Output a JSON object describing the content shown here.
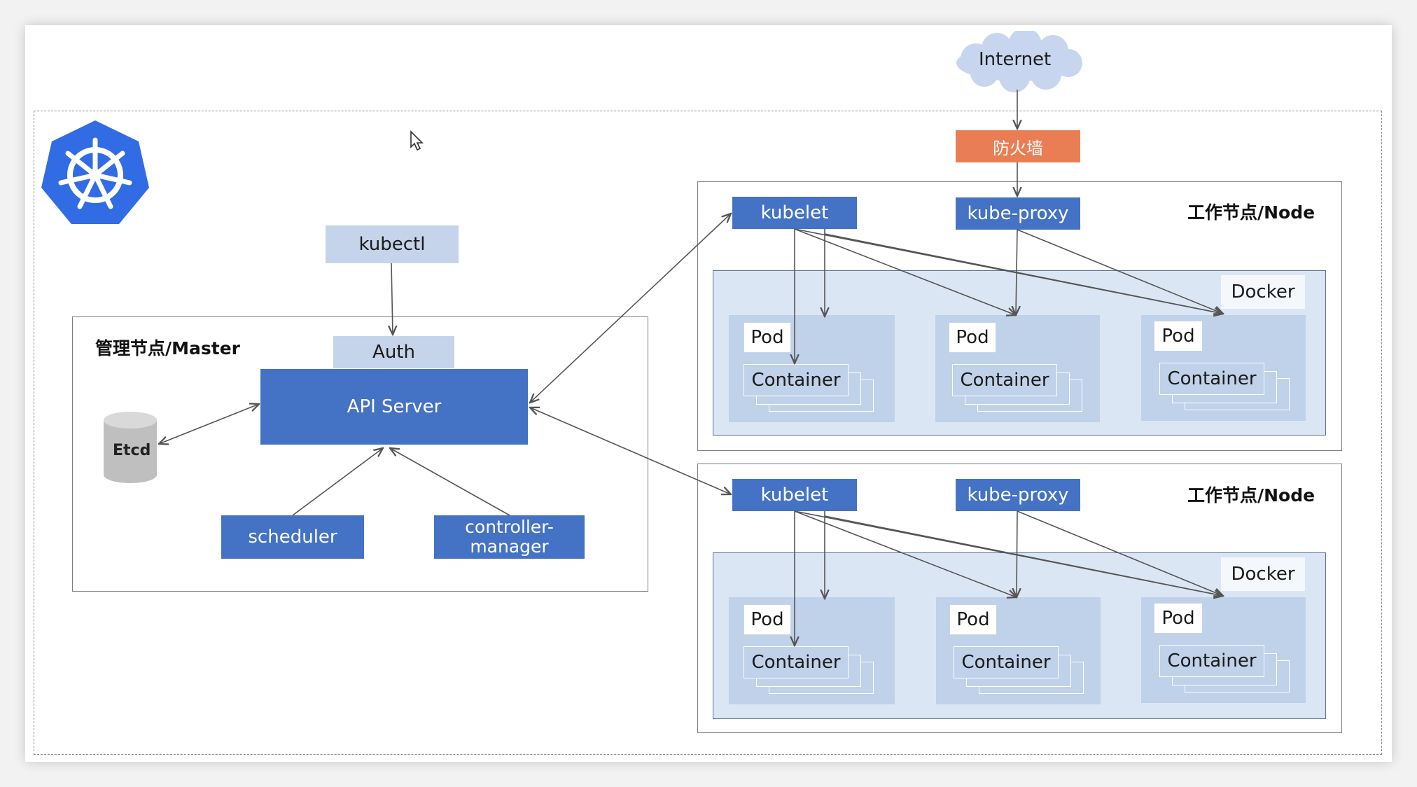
{
  "internet": {
    "label": "Internet"
  },
  "firewall": {
    "label": "防火墙"
  },
  "kubectl": {
    "label": "kubectl"
  },
  "master": {
    "title": "管理节点/Master",
    "auth": "Auth",
    "api_server": "API Server",
    "etcd": "Etcd",
    "scheduler": "scheduler",
    "controller_line1": "controller-",
    "controller_line2": "manager"
  },
  "nodes": [
    {
      "title": "工作节点/Node",
      "kubelet": "kubelet",
      "kube_proxy": "kube-proxy",
      "docker": "Docker",
      "pods": [
        {
          "pod": "Pod",
          "container": "Container"
        },
        {
          "pod": "Pod",
          "container": "Container"
        },
        {
          "pod": "Pod",
          "container": "Container"
        }
      ]
    },
    {
      "title": "工作节点/Node",
      "kubelet": "kubelet",
      "kube_proxy": "kube-proxy",
      "docker": "Docker",
      "pods": [
        {
          "pod": "Pod",
          "container": "Container"
        },
        {
          "pod": "Pod",
          "container": "Container"
        },
        {
          "pod": "Pod",
          "container": "Container"
        }
      ]
    }
  ],
  "icons": {
    "logo": "kubernetes-logo-icon",
    "cursor": "mouse-cursor-icon",
    "cloud": "cloud-icon",
    "database": "database-cylinder-icon"
  },
  "colors": {
    "component_dark": "#4472c4",
    "component_light": "#c5d4ea",
    "firewall": "#e97e55",
    "docker_bg": "#dbe6f4",
    "pod_bg": "#c0d1ea",
    "logo": "#326ce5"
  }
}
